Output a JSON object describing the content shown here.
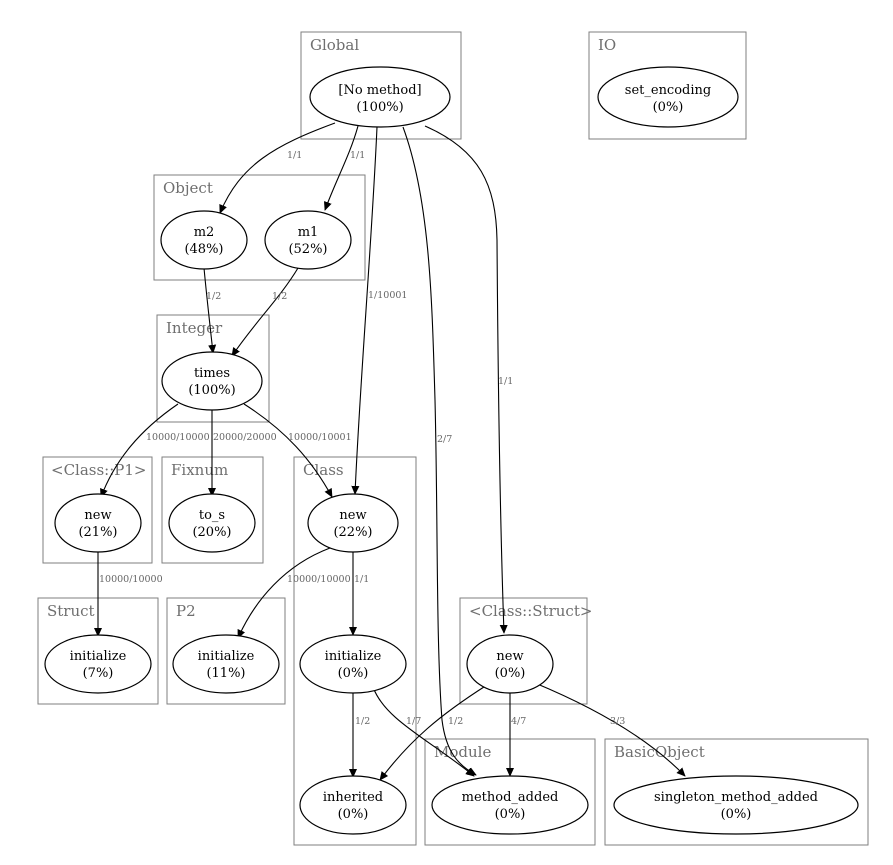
{
  "clusters": {
    "global": "Global",
    "io": "IO",
    "object": "Object",
    "integer": "Integer",
    "class_p1": "<Class::P1>",
    "fixnum": "Fixnum",
    "class": "Class",
    "struct": "Struct",
    "p2": "P2",
    "class_struct": "<Class::Struct>",
    "module": "Module",
    "basic_object": "BasicObject"
  },
  "nodes": {
    "no_method": {
      "name": "[No method]",
      "pct": "(100%)"
    },
    "set_encoding": {
      "name": "set_encoding",
      "pct": "(0%)"
    },
    "m2": {
      "name": "m2",
      "pct": "(48%)"
    },
    "m1": {
      "name": "m1",
      "pct": "(52%)"
    },
    "times": {
      "name": "times",
      "pct": "(100%)"
    },
    "p1_new": {
      "name": "new",
      "pct": "(21%)"
    },
    "to_s": {
      "name": "to_s",
      "pct": "(20%)"
    },
    "class_new": {
      "name": "new",
      "pct": "(22%)"
    },
    "struct_initialize": {
      "name": "initialize",
      "pct": "(7%)"
    },
    "p2_initialize": {
      "name": "initialize",
      "pct": "(11%)"
    },
    "class_initialize": {
      "name": "initialize",
      "pct": "(0%)"
    },
    "cstruct_new": {
      "name": "new",
      "pct": "(0%)"
    },
    "inherited": {
      "name": "inherited",
      "pct": "(0%)"
    },
    "method_added": {
      "name": "method_added",
      "pct": "(0%)"
    },
    "singleton_method_added": {
      "name": "singleton_method_added",
      "pct": "(0%)"
    }
  },
  "edges": {
    "nm_m2": "1/1",
    "nm_m1": "1/1",
    "nm_class_new": "1/10001",
    "nm_method_added": "2/7",
    "nm_cstruct_new": "1/1",
    "m2_times": "1/2",
    "m1_times": "1/2",
    "times_p1_new": "10000/10000",
    "times_to_s": "20000/20000",
    "times_class_new": "10000/10001",
    "p1_new_struct_init": "10000/10000",
    "class_new_p2_init": "10000/10000",
    "class_new_class_init": "1/1",
    "class_init_inherited": "1/2",
    "class_init_method_added": "1/7",
    "cstruct_inherited": "1/2",
    "cstruct_method_added": "4/7",
    "cstruct_singleton": "3/3"
  }
}
